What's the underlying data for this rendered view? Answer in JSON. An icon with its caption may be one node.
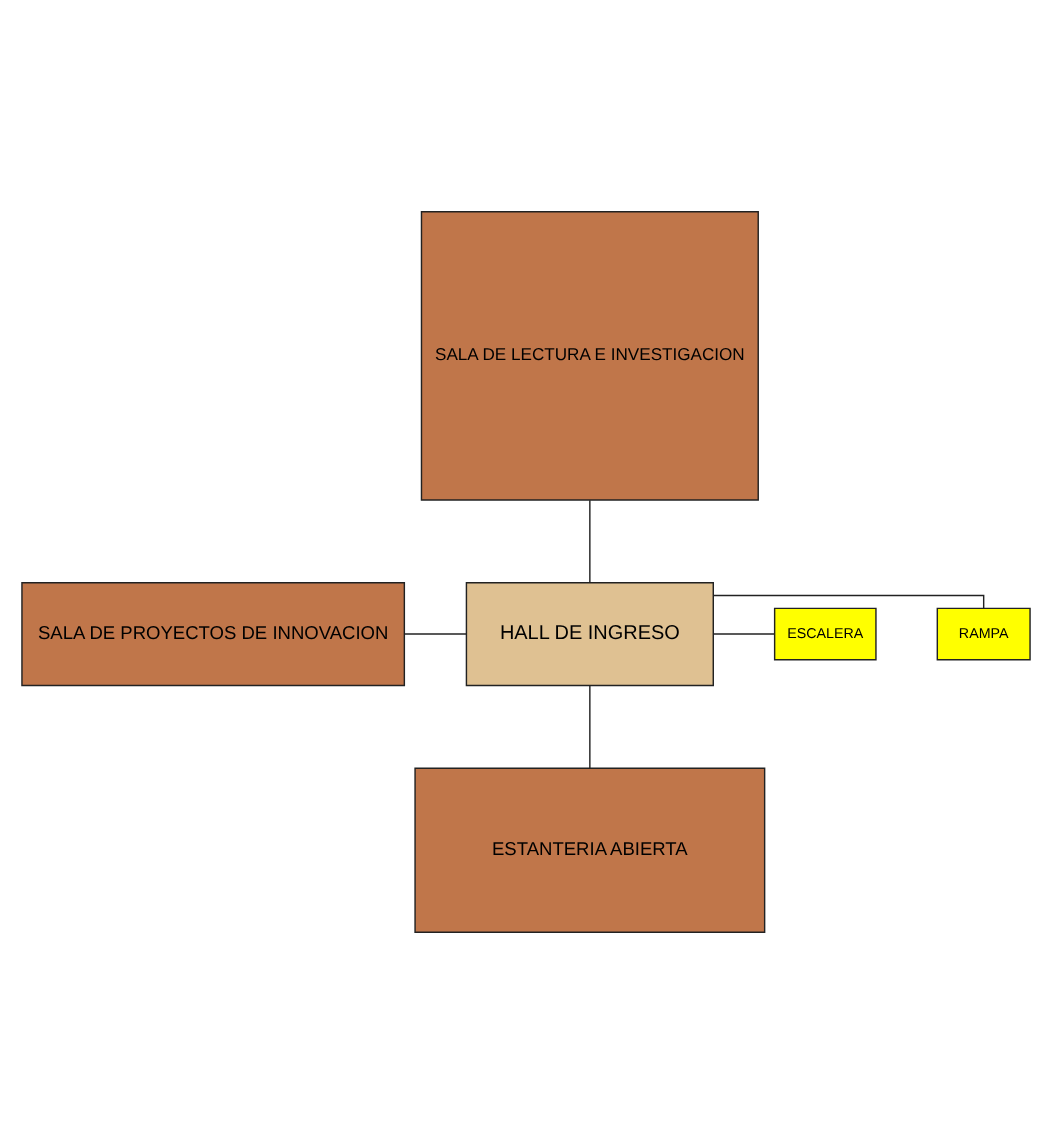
{
  "diagram": {
    "nodes": [
      {
        "text": [
          "SALA DE LECTURA E INVESTIGACION"
        ]
      },
      {
        "text": [
          "SALA DE PROYECTOS DE INNOVACION"
        ]
      },
      {
        "text": [
          "HALL DE INGRESO"
        ]
      },
      {
        "text": [
          "RAMPA"
        ]
      },
      {
        "text": [
          "ESCALERA"
        ]
      },
      {
        "text": [
          "ESTANTERIA ABIERTA"
        ]
      }
    ],
    "edges": [
      {
        "from": 0,
        "to": 2,
        "arrow": "none"
      },
      {
        "from": 1,
        "to": 2,
        "arrow": "none"
      },
      {
        "from": 2,
        "to": 3,
        "arrow": "none"
      },
      {
        "from": 2,
        "to": 4,
        "arrow": "none"
      },
      {
        "from": 2,
        "to": 5,
        "arrow": "none"
      }
    ]
  }
}
